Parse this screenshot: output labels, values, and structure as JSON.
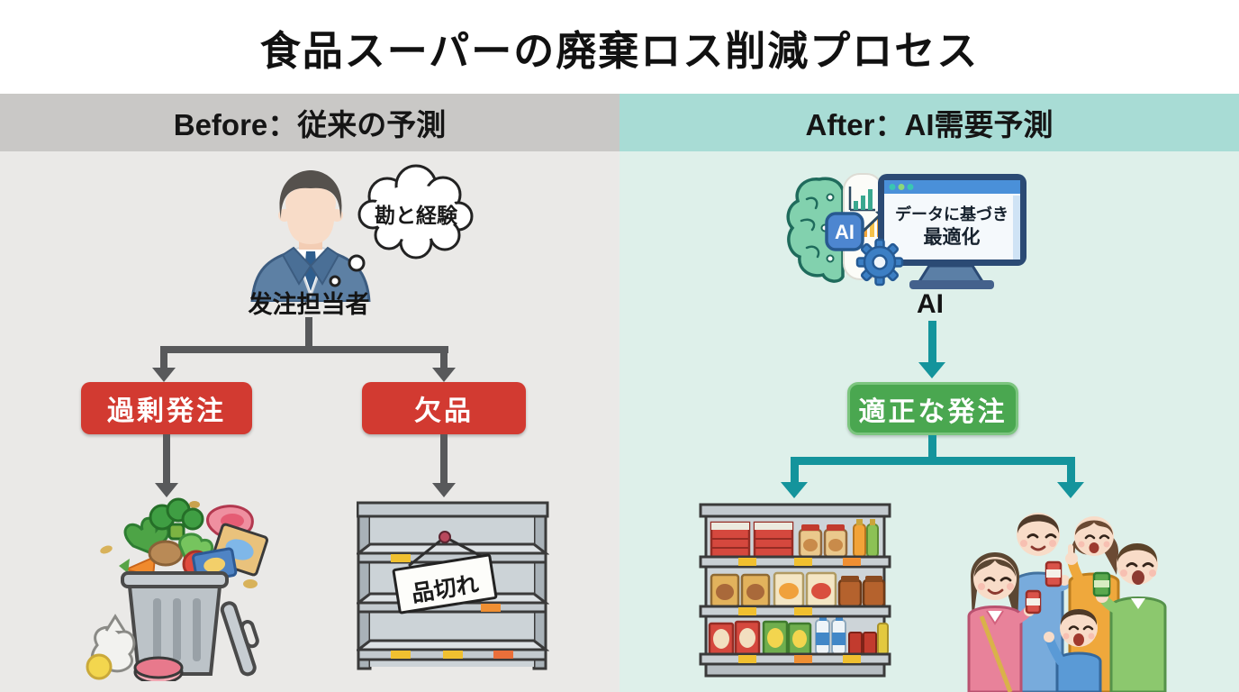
{
  "title": "食品スーパーの廃棄ロス削減プロセス",
  "before": {
    "header": "Before：従来の予測",
    "thought": "勘と経験",
    "actor": "发注担当者",
    "boxes": [
      {
        "label": "過剰発注"
      },
      {
        "label": "欠品"
      }
    ],
    "sign": "品切れ"
  },
  "after": {
    "header": "After：AI需要予測",
    "screen": [
      "データに基づき",
      "最適化"
    ],
    "chip": "AI",
    "actor": "AI",
    "box": "適正な発注"
  },
  "colors": {
    "header_before_bg": "#c9c8c6",
    "header_after_bg": "#a8dcd5",
    "panel_before_bg": "#eae9e7",
    "panel_after_bg": "#def0ea",
    "arrow_gray": "#58595b",
    "arrow_teal": "#14949c",
    "box_red": "#d23a31",
    "box_green": "#4aa750"
  },
  "illustrations": {
    "before": [
      "order-manager-person",
      "thought-cloud",
      "overstock-trash-can",
      "empty-shelf-with-sign"
    ],
    "after": [
      "ai-brain-chip-monitor",
      "stocked-shelf",
      "happy-customers"
    ]
  }
}
